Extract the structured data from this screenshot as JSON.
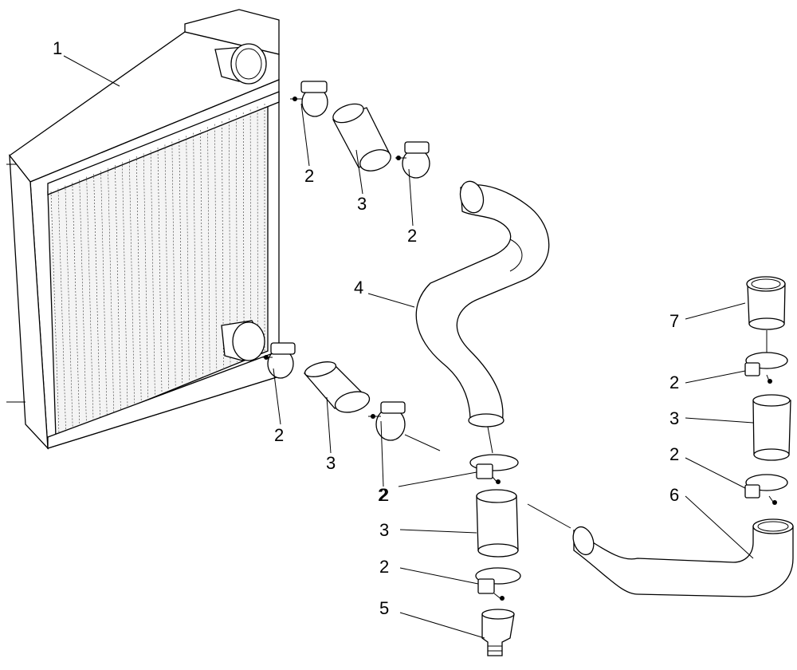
{
  "callouts": [
    {
      "id": "c1",
      "text": "1"
    },
    {
      "id": "c2a",
      "text": "2"
    },
    {
      "id": "c3a",
      "text": "3"
    },
    {
      "id": "c2b",
      "text": "2"
    },
    {
      "id": "c4",
      "text": "4"
    },
    {
      "id": "c2c",
      "text": "2"
    },
    {
      "id": "c3b",
      "text": "3"
    },
    {
      "id": "c2d",
      "text": "2"
    },
    {
      "id": "c2e",
      "text": "2"
    },
    {
      "id": "c3c",
      "text": "3"
    },
    {
      "id": "c2f",
      "text": "2"
    },
    {
      "id": "c5",
      "text": "5"
    },
    {
      "id": "c7",
      "text": "7"
    },
    {
      "id": "c2g",
      "text": "2"
    },
    {
      "id": "c3d",
      "text": "3"
    },
    {
      "id": "c2h",
      "text": "2"
    },
    {
      "id": "c6",
      "text": "6"
    }
  ]
}
